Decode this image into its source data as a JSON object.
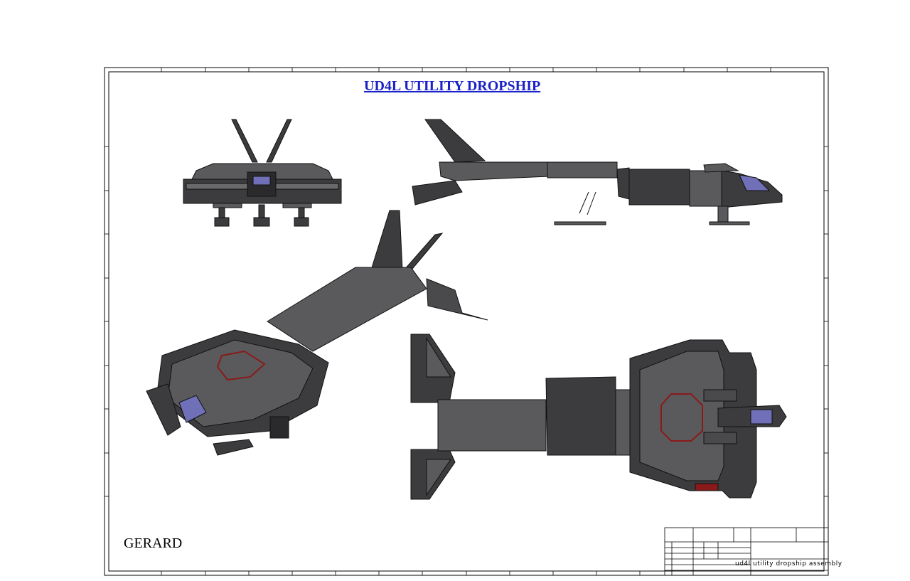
{
  "drawing": {
    "title": "UD4L UTILITY DROPSHIP",
    "author": "GERARD",
    "title_block_description": "ud4l utility dropship assembly"
  },
  "colors": {
    "hull_dark": "#3c3c3e",
    "hull_mid": "#5a5a5c",
    "hull_light": "#7a7a7c",
    "canopy": "#7070b8",
    "accent_red": "#8a1a1a",
    "title_blue": "#1a22c8",
    "line": "#000000"
  },
  "views": [
    "front-view",
    "side-view",
    "isometric-view",
    "top-view"
  ]
}
